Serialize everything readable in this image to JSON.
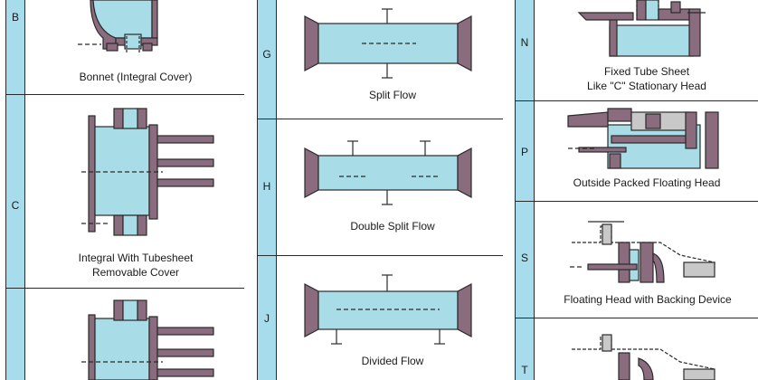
{
  "col1": {
    "rows": [
      {
        "letter": "B",
        "caption_line1": "Bonnet (Integral Cover)",
        "caption_line2": ""
      },
      {
        "letter": "C",
        "caption_line1": "Integral With Tubesheet",
        "caption_line2": "Removable Cover"
      },
      {
        "letter": "",
        "caption_line1": "",
        "caption_line2": ""
      }
    ]
  },
  "col2": {
    "rows": [
      {
        "letter": "G",
        "caption_line1": "Split Flow"
      },
      {
        "letter": "H",
        "caption_line1": "Double Split Flow"
      },
      {
        "letter": "J",
        "caption_line1": "Divided Flow"
      }
    ]
  },
  "col3": {
    "rows": [
      {
        "letter": "N",
        "caption_line1": "Fixed Tube Sheet",
        "caption_line2": "Like \"C\" Stationary Head"
      },
      {
        "letter": "P",
        "caption_line1": "Outside Packed Floating Head",
        "caption_line2": ""
      },
      {
        "letter": "S",
        "caption_line1": "Floating Head with Backing Device",
        "caption_line2": ""
      },
      {
        "letter": "T",
        "caption_line1": "",
        "caption_line2": ""
      }
    ]
  },
  "colors": {
    "strip": "#a6dcec",
    "fluid": "#a8dde8",
    "metal": "#8a6c7e",
    "packing": "#c8c8c8",
    "outline": "#2a2a2a"
  }
}
